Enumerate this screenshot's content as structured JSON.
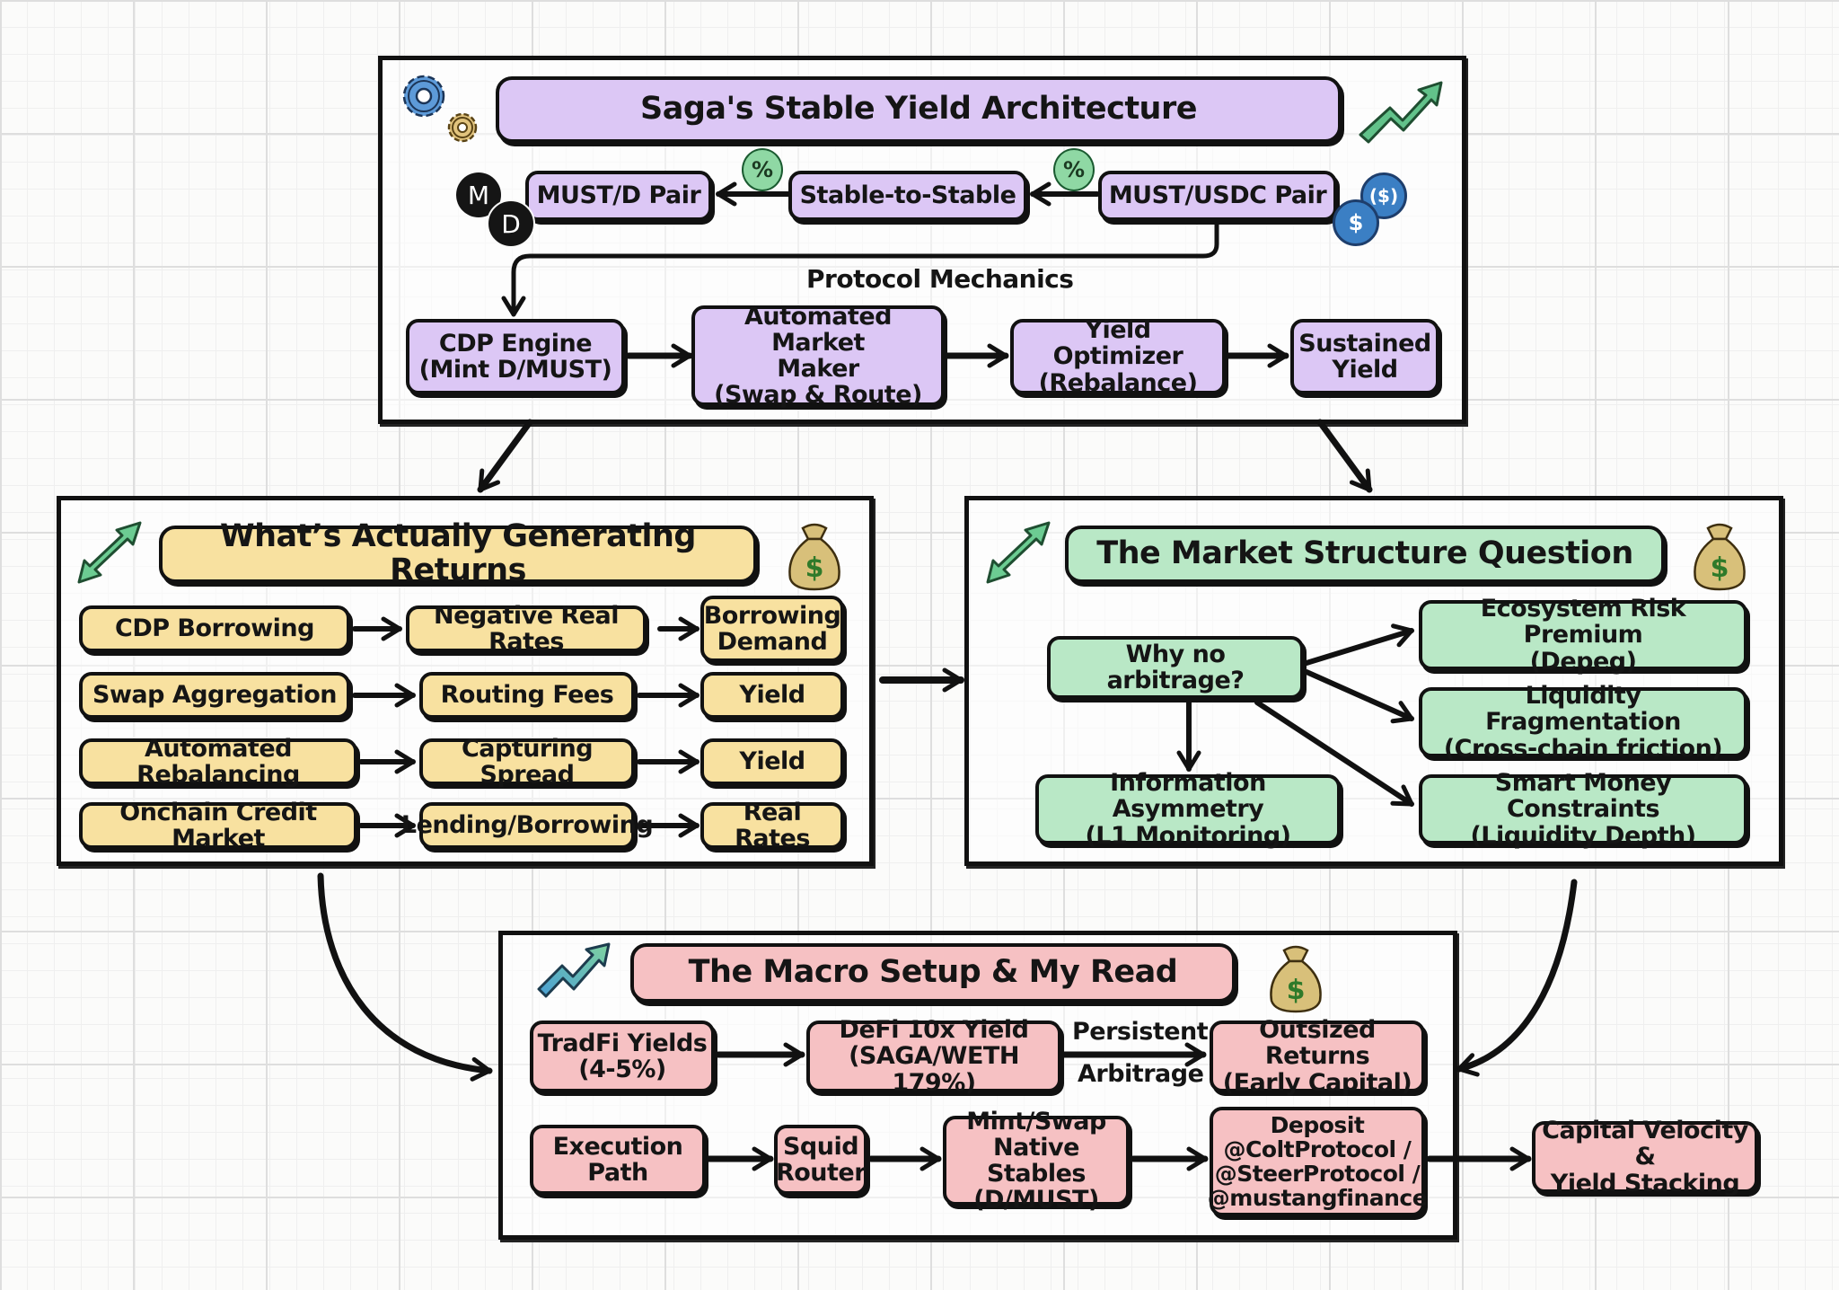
{
  "top_panel": {
    "title": "Saga's Stable Yield Architecture",
    "pairs": [
      "MUST/D Pair",
      "Stable-to-Stable",
      "MUST/USDC Pair"
    ],
    "percent_badge": "%",
    "md_coin_letters": [
      "M",
      "D"
    ],
    "usdc_coin_symbols": [
      "$",
      "($)"
    ],
    "section_label": "Protocol Mechanics",
    "mechanics": [
      "CDP Engine\n(Mint D/MUST)",
      "Automated Market\nMaker\n(Swap & Route)",
      "Yield Optimizer\n(Rebalance)",
      "Sustained\nYield"
    ]
  },
  "returns_panel": {
    "title": "What’s Actually Generating Returns",
    "rows": [
      [
        "CDP Borrowing",
        "Negative Real Rates",
        "Borrowing\nDemand"
      ],
      [
        "Swap Aggregation",
        "Routing Fees",
        "Yield"
      ],
      [
        "Automated Rebalancing",
        "Capturing Spread",
        "Yield"
      ],
      [
        "Onchain Credit Market",
        "Lending/Borrowing",
        "Real Rates"
      ]
    ]
  },
  "market_panel": {
    "title": "The Market Structure Question",
    "question": "Why no arbitrage?",
    "reasons": [
      "Ecosystem Risk Premium\n(Depeg)",
      "Liquidity Fragmentation\n(Cross-chain friction)",
      "Smart Money Constraints\n(Liquidity Depth)",
      "Information Asymmetry\n(L1 Monitoring)"
    ]
  },
  "macro_panel": {
    "title": "The Macro Setup & My Read",
    "row1": [
      "TradFi Yields\n(4-5%)",
      "DeFi 10x Yield\n(SAGA/WETH 179%)",
      "Outsized Returns\n(Early Capital)"
    ],
    "arrow_label_top": "Persistent",
    "arrow_label_bottom": "Arbitrage",
    "row2": [
      "Execution\nPath",
      "Squid\nRouter",
      "Mint/Swap\nNative Stables\n(D/MUST)",
      "Deposit\n@ColtProtocol /\n@SteerProtocol /\n@mustangfinance",
      "Capital Velocity &\nYield Stacking"
    ]
  },
  "icons": {
    "money_bag_symbol": "$"
  },
  "colors": {
    "purple": "#dcc7f5",
    "yellow": "#f8e1a0",
    "green": "#b9e8c6",
    "pink": "#f6c1c3",
    "ink": "#111111",
    "icon_green": "#5cc489",
    "icon_blue": "#3b7fc4",
    "icon_gold": "#d9b56a"
  }
}
